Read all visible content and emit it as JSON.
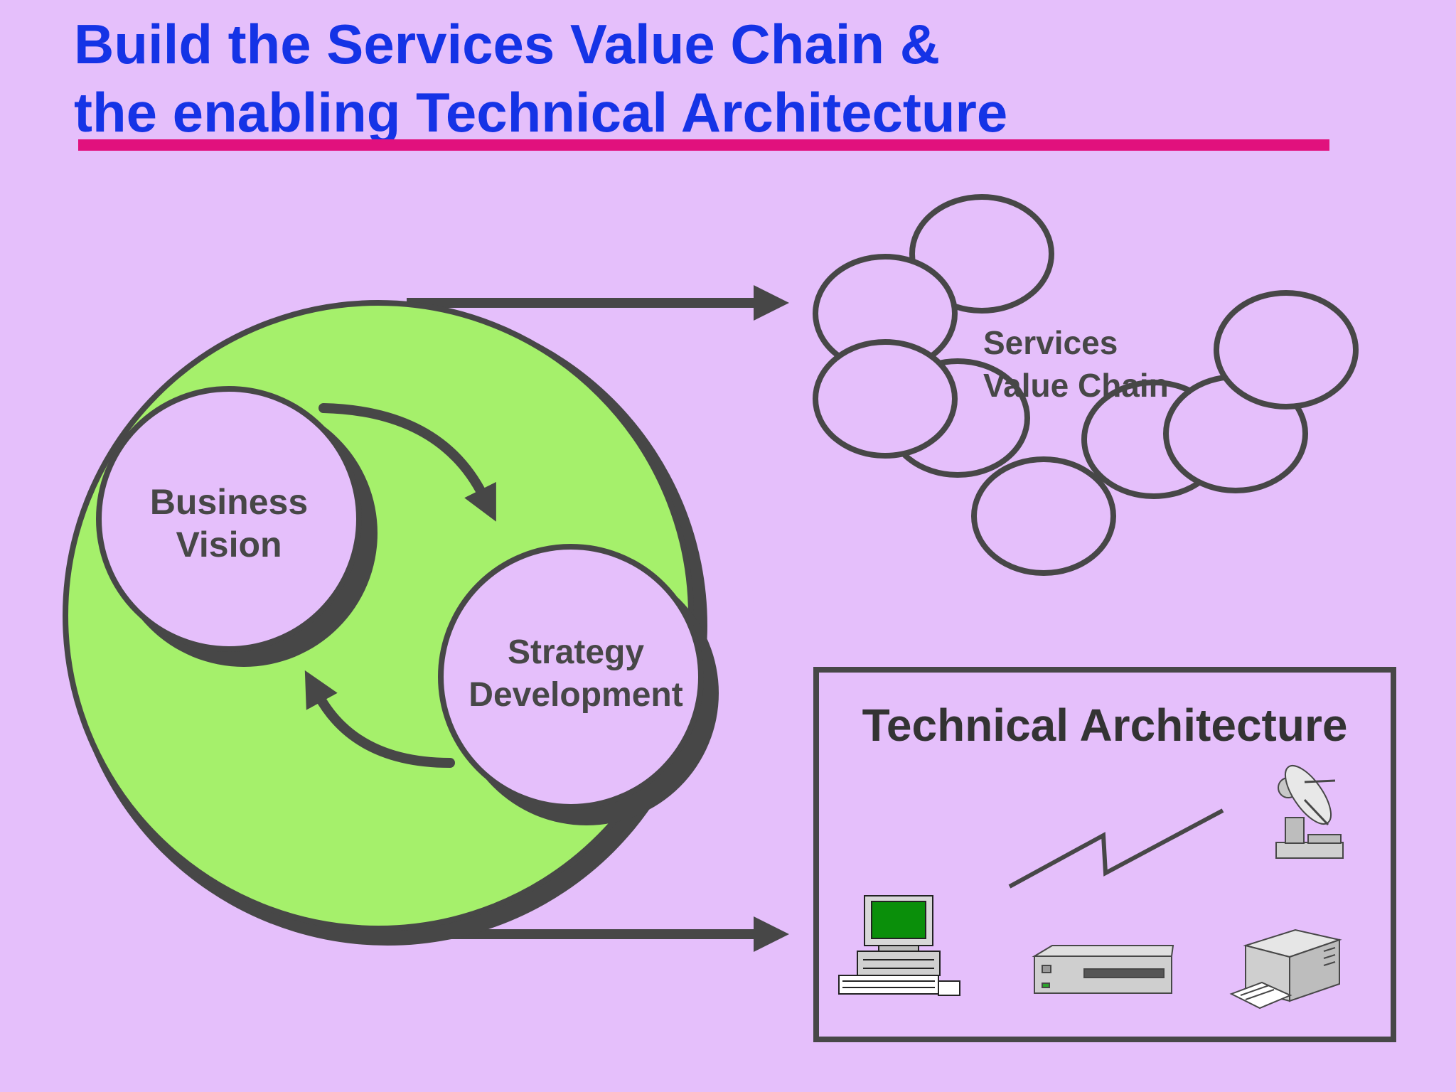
{
  "slide": {
    "title_line1": "Build the Services Value Chain &",
    "title_line2": "the enabling Technical Architecture"
  },
  "cycle": {
    "business_vision": [
      "Business",
      "Vision"
    ],
    "strategy_development": [
      "Strategy",
      "Development"
    ]
  },
  "value_chain": {
    "label": [
      "Services",
      "Value Chain"
    ]
  },
  "technical_architecture": {
    "title": "Technical Architecture"
  },
  "colors": {
    "background": "#e5bffb",
    "title": "#1533e6",
    "rule": "#e1117d",
    "cycle_fill": "#a5f06b",
    "stroke": "#474747"
  }
}
